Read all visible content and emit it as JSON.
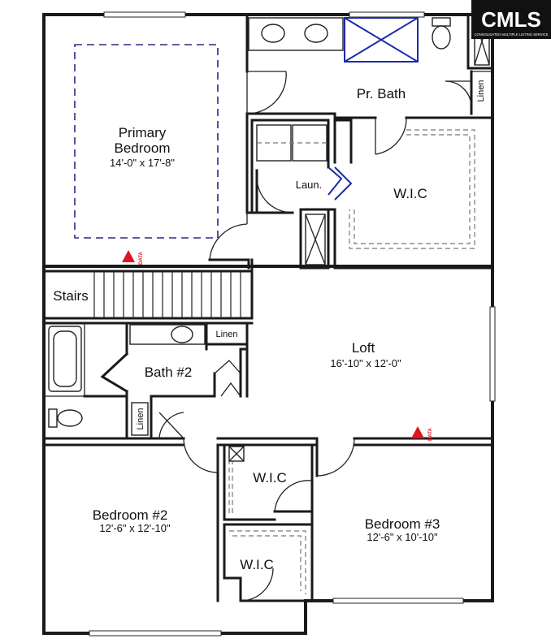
{
  "logo": {
    "text": "CMLS",
    "subtext": "CONSOLIDATED MULTIPLE LISTING SERVICE"
  },
  "marker_label": "DATA",
  "rooms": {
    "primary_bedroom": {
      "name_line1": "Primary",
      "name_line2": "Bedroom",
      "dims": "14'-0\" x 17'-8\""
    },
    "pr_bath": {
      "name": "Pr. Bath"
    },
    "linen_top": {
      "name": "Linen"
    },
    "laundry": {
      "name": "Laun."
    },
    "wic_primary": {
      "name": "W.I.C"
    },
    "stairs": {
      "name": "Stairs"
    },
    "bath2": {
      "name": "Bath #2"
    },
    "linen_bath2": {
      "name": "Linen"
    },
    "linen_hall": {
      "name": "Linen"
    },
    "loft": {
      "name": "Loft",
      "dims": "16'-10\" x 12'-0\""
    },
    "bedroom2": {
      "name": "Bedroom #2",
      "dims": "12'-6\" x 12'-10\""
    },
    "bedroom3": {
      "name": "Bedroom #3",
      "dims": "12'-6\" x 10'-10\""
    },
    "wic_upper": {
      "name": "W.I.C"
    },
    "wic_lower": {
      "name": "W.I.C"
    }
  }
}
